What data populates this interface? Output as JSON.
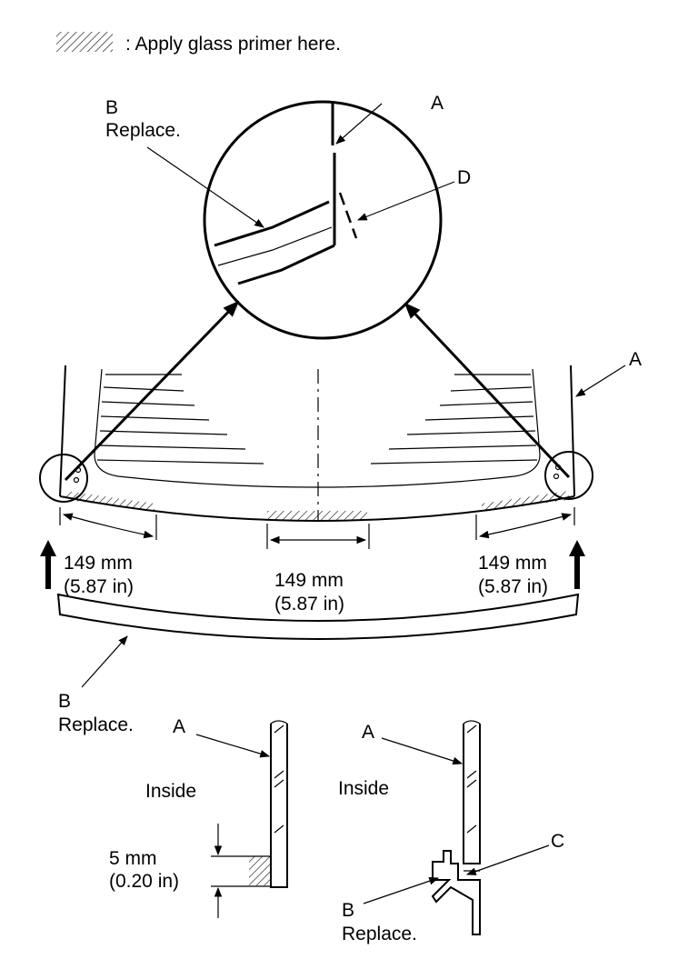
{
  "legend": {
    "text": ": Apply glass primer here."
  },
  "labels": {
    "a": "A",
    "b": "B",
    "c": "C",
    "d": "D",
    "replace": "Replace.",
    "inside": "Inside"
  },
  "dimensions": {
    "side_mm": "149 mm",
    "side_in": "(5.87 in)",
    "center_mm": "149 mm",
    "center_in": "(5.87 in)",
    "offset_mm": "5 mm",
    "offset_in": "(0.20 in)"
  },
  "colors": {
    "ink": "#000000",
    "paper": "#ffffff"
  }
}
